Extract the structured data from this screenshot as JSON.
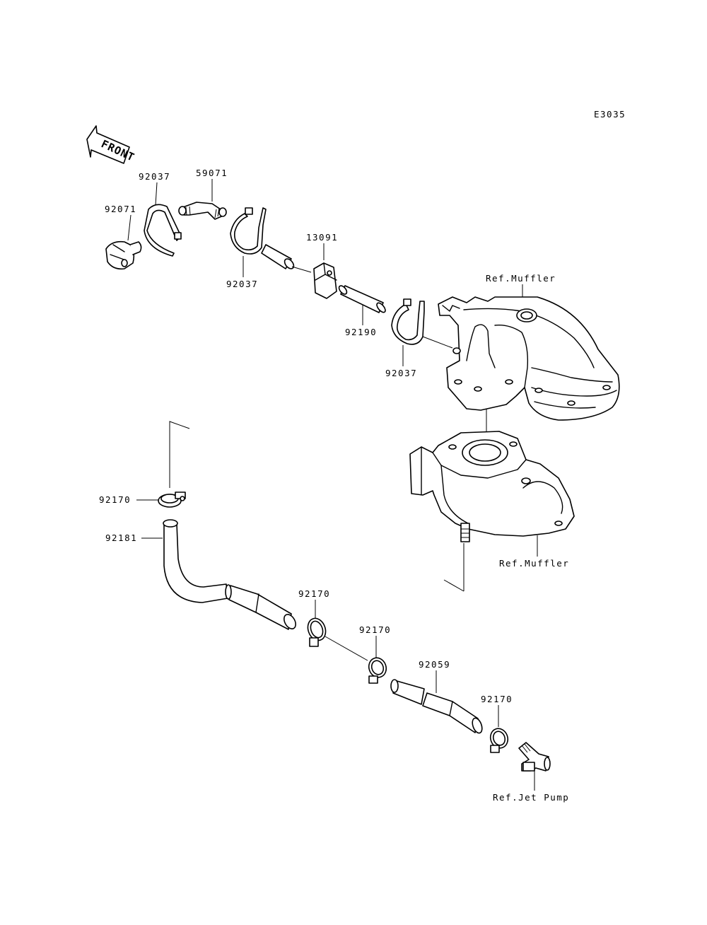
{
  "diagram_code": "E3035",
  "front_label": "FRONT",
  "parts": {
    "p92071": "92071",
    "p92037_a": "92037",
    "p59071": "59071",
    "p92037_b": "92037",
    "p13091": "13091",
    "p92190": "92190",
    "p92037_c": "92037",
    "p92170_a": "92170",
    "p92181": "92181",
    "p92170_b": "92170",
    "p92170_c": "92170",
    "p92059": "92059",
    "p92170_d": "92170"
  },
  "references": {
    "muffler_top": "Ref.Muffler",
    "muffler_bottom": "Ref.Muffler",
    "jet_pump": "Ref.Jet Pump"
  }
}
